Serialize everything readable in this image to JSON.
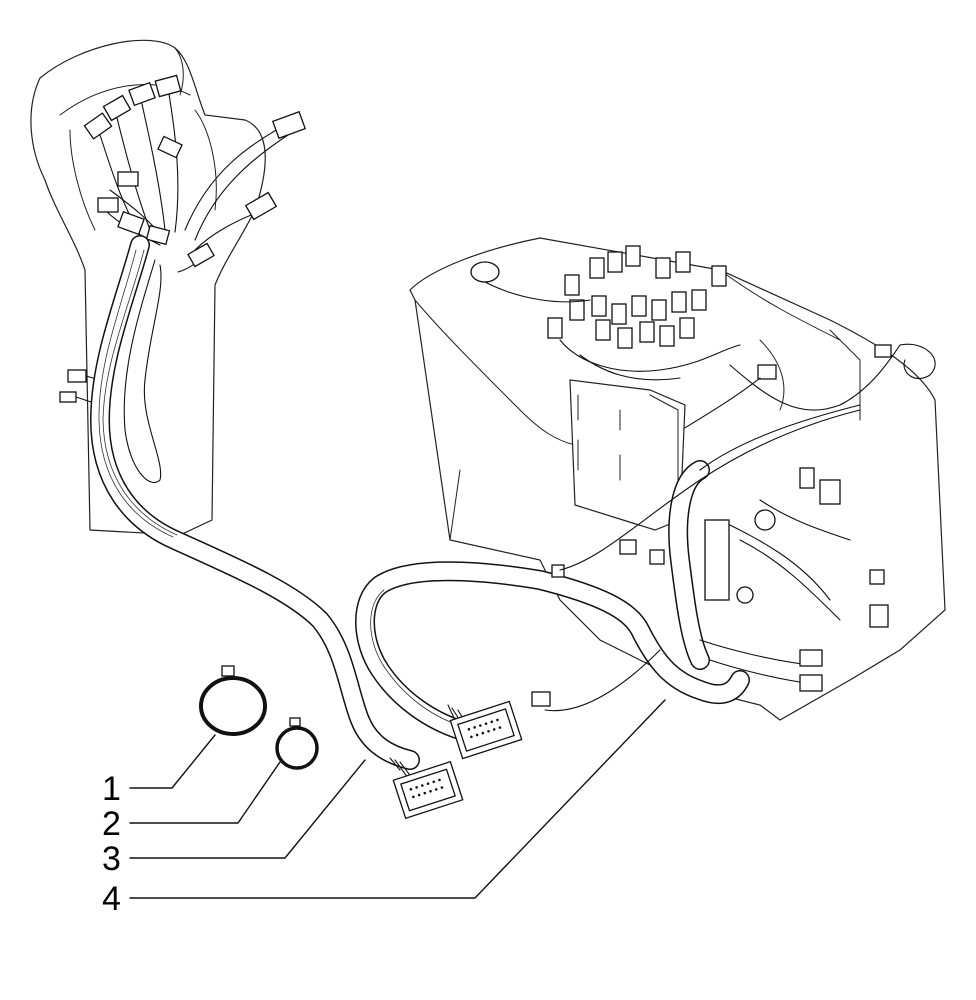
{
  "diagram": {
    "callouts": [
      {
        "number": "1",
        "part": "wiring-clip-large"
      },
      {
        "number": "2",
        "part": "wiring-clip-small"
      },
      {
        "number": "3",
        "part": "cab-harness-left"
      },
      {
        "number": "4",
        "part": "cab-harness-right"
      }
    ]
  },
  "colors": {
    "line": "#111111",
    "background": "#ffffff"
  }
}
